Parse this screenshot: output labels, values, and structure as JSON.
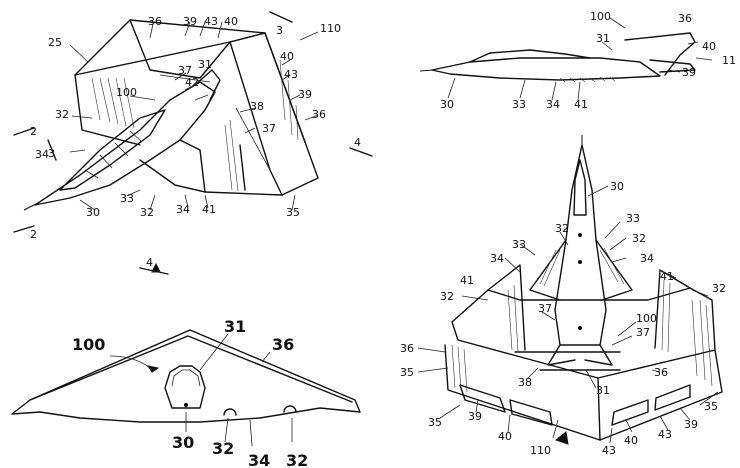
{
  "fig1": {
    "labels": [
      "25",
      "36",
      "39",
      "43",
      "40",
      "3",
      "110",
      "100",
      "37",
      "31",
      "42",
      "32",
      "38",
      "37",
      "40",
      "43",
      "39",
      "36",
      "2",
      "3",
      "34",
      "30",
      "33",
      "32",
      "34",
      "41",
      "35",
      "4",
      "2"
    ]
  },
  "fig2": {
    "labels": [
      "100",
      "36",
      "31",
      "40",
      "11",
      "39",
      "30",
      "33",
      "34",
      "41"
    ]
  },
  "fig3": {
    "labels": [
      "4"
    ]
  },
  "fig4": {
    "labels": [
      "100",
      "31",
      "36",
      "30",
      "32",
      "34",
      "32"
    ]
  },
  "fig5": {
    "labels": [
      "30",
      "32",
      "33",
      "33",
      "32",
      "34",
      "34",
      "41",
      "41",
      "32",
      "32",
      "37",
      "100",
      "37",
      "36",
      "36",
      "35",
      "38",
      "31",
      "35",
      "35",
      "39",
      "40",
      "110",
      "43",
      "40",
      "43",
      "39"
    ]
  }
}
